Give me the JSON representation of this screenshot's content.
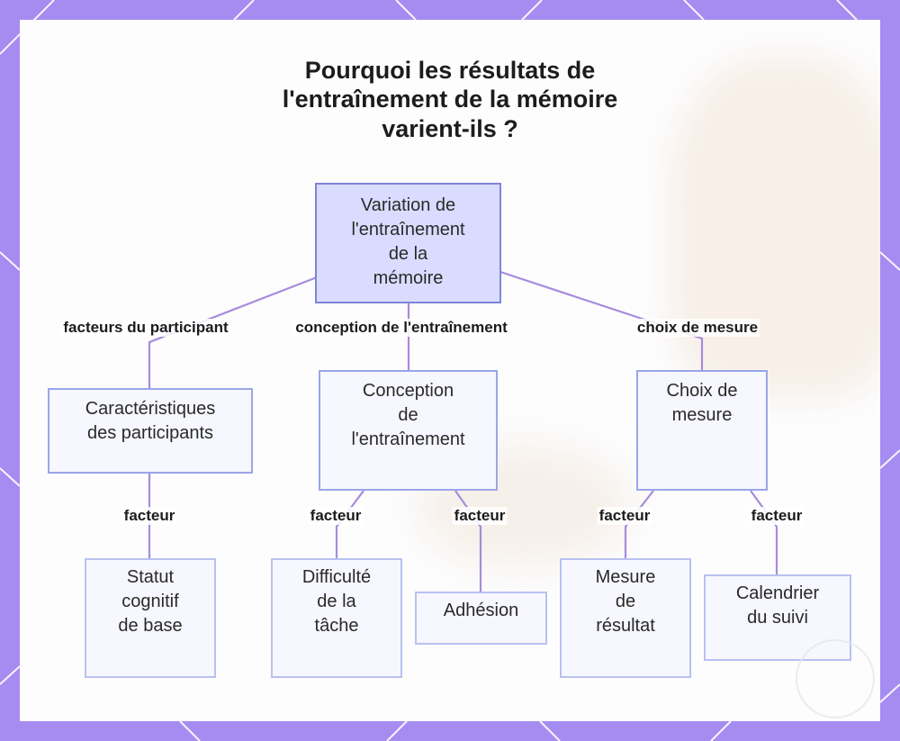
{
  "title": "Pourquoi les résultats de\nl'entraînement de la mémoire\nvarient-ils ?",
  "colors": {
    "frame": "#a68cf0",
    "panel": "#fdfdfe",
    "root_fill": "#d9dcff",
    "node_fill": "#f6f7ff",
    "node_border": "#9aa6e6",
    "link": "#a78bdc"
  },
  "nodes": {
    "root": "Variation de\nl'entraînement\nde la\nmémoire",
    "participants": "Caractéristiques\ndes participants",
    "conception": "Conception\nde\nl'entraînement",
    "mesure": "Choix de\nmesure",
    "statut": "Statut\ncognitif\nde base",
    "difficulte": "Difficulté\nde la\ntâche",
    "adhesion": "Adhésion",
    "resultat": "Mesure\nde\nrésultat",
    "calendrier": "Calendrier\ndu suivi"
  },
  "edges": {
    "participant_factors": "facteurs du participant",
    "training_design": "conception de l'entraînement",
    "measure_choice": "choix de mesure",
    "factor_statut": "facteur",
    "factor_difficulte": "facteur",
    "factor_adhesion": "facteur",
    "factor_resultat": "facteur",
    "factor_calendrier": "facteur"
  }
}
